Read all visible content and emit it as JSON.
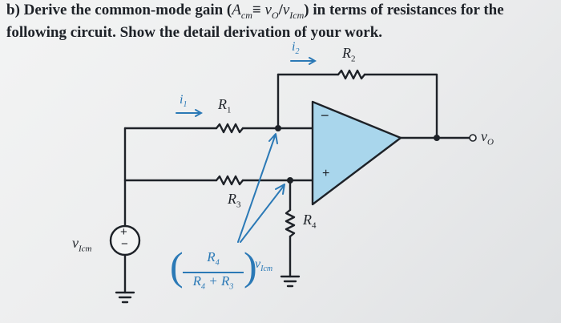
{
  "question": {
    "line1_prefix": "b) Derive the common-mode gain (",
    "line1_formula_a": "A",
    "line1_formula_a_sub": "cm",
    "line1_formula_eq": "≡ ",
    "line1_formula_vo": "v",
    "line1_formula_vo_sub": "O",
    "line1_formula_slash": "/",
    "line1_formula_vi": "v",
    "line1_formula_vi_sub": "Icm",
    "line1_suffix": ") in terms of resistances for the",
    "line2": "following circuit. Show the detail derivation of your work."
  },
  "circuit": {
    "r1_label": "R",
    "r1_sub": "1",
    "r2_label": "R",
    "r2_sub": "2",
    "r3_label": "R",
    "r3_sub": "3",
    "r4_label": "R",
    "r4_sub": "4",
    "i1_label": "i",
    "i1_sub": "1",
    "i2_label": "i",
    "i2_sub": "2",
    "vo_label": "v",
    "vo_sub": "O",
    "source_label": "v",
    "source_sub": "Icm",
    "source_plus": "+",
    "source_minus": "−",
    "opamp_minus": "−",
    "opamp_plus": "+",
    "expr_num": "R",
    "expr_num_sub": "4",
    "expr_den_a": "R",
    "expr_den_a_sub": "4",
    "expr_den_plus": " + R",
    "expr_den_b_sub": "3",
    "expr_v": "v",
    "expr_v_sub": "Icm"
  },
  "colors": {
    "ink": "#1e2228",
    "annotation_blue": "#2b79b6",
    "opamp_fill": "#a9d6ec"
  }
}
